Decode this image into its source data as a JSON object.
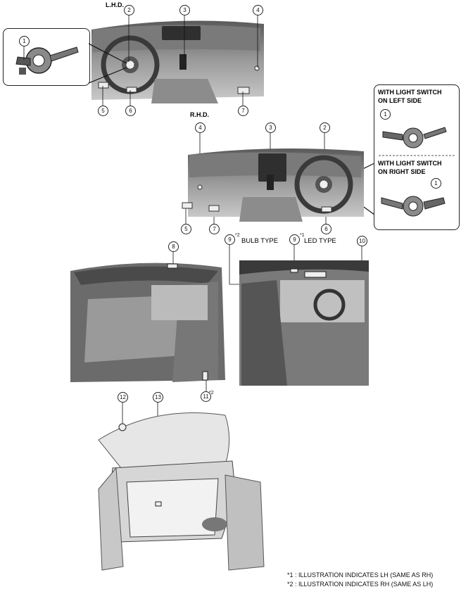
{
  "labels": {
    "lhd": "L.H.D.",
    "rhd": "R.H.D.",
    "switch_left": "WITH LIGHT SWITCH\nON LEFT SIDE",
    "switch_left_1": "WITH LIGHT SWITCH",
    "switch_left_2": "ON LEFT SIDE",
    "switch_right_1": "WITH LIGHT SWITCH",
    "switch_right_2": "ON RIGHT SIDE",
    "bulb_type": "BULB TYPE",
    "led_type": "LED TYPE",
    "star1": "*1",
    "star2": "*2"
  },
  "callouts": [
    "1",
    "2",
    "3",
    "4",
    "5",
    "6",
    "7",
    "8",
    "9",
    "10",
    "11",
    "12",
    "13"
  ],
  "notes": [
    "*1 : ILLUSTRATION INDICATES LH (SAME AS RH)",
    "*2 : ILLUSTRATION INDICATES RH (SAME AS LH)"
  ]
}
